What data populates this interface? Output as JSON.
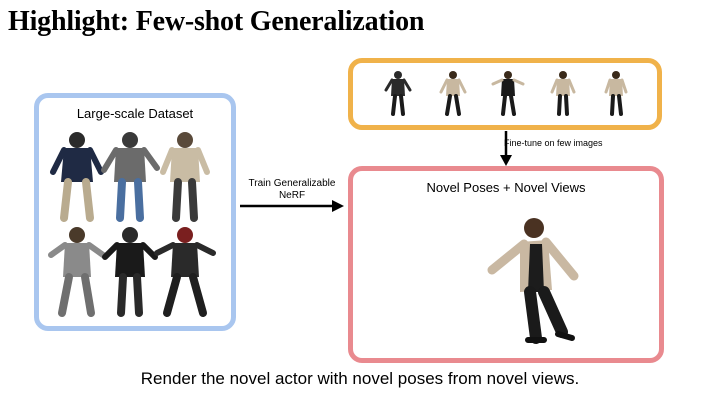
{
  "slide": {
    "title": "Highlight: Few-shot Generalization",
    "dataset_title": "Large-scale Dataset",
    "train_label": "Train Generalizable NeRF",
    "finetune_label": "Fine-tune on few images",
    "novel_title": "Novel Poses + Novel Views",
    "caption": "Render the novel actor with novel poses from novel views."
  },
  "colors": {
    "dataset_box": "#a9c6ef",
    "few_images_box": "#f0b24a",
    "novel_box": "#e98a8f"
  },
  "icons": {
    "dataset_people": [
      "person-figure-icon",
      "person-figure-icon",
      "person-figure-icon",
      "person-figure-icon",
      "person-figure-icon",
      "person-figure-icon"
    ],
    "few_images": [
      "person-figure-icon",
      "person-figure-icon",
      "person-figure-icon",
      "person-figure-icon",
      "person-figure-icon"
    ],
    "novel_render": "person-figure-icon",
    "arrows": [
      "arrow-right-icon",
      "arrow-down-icon"
    ]
  }
}
